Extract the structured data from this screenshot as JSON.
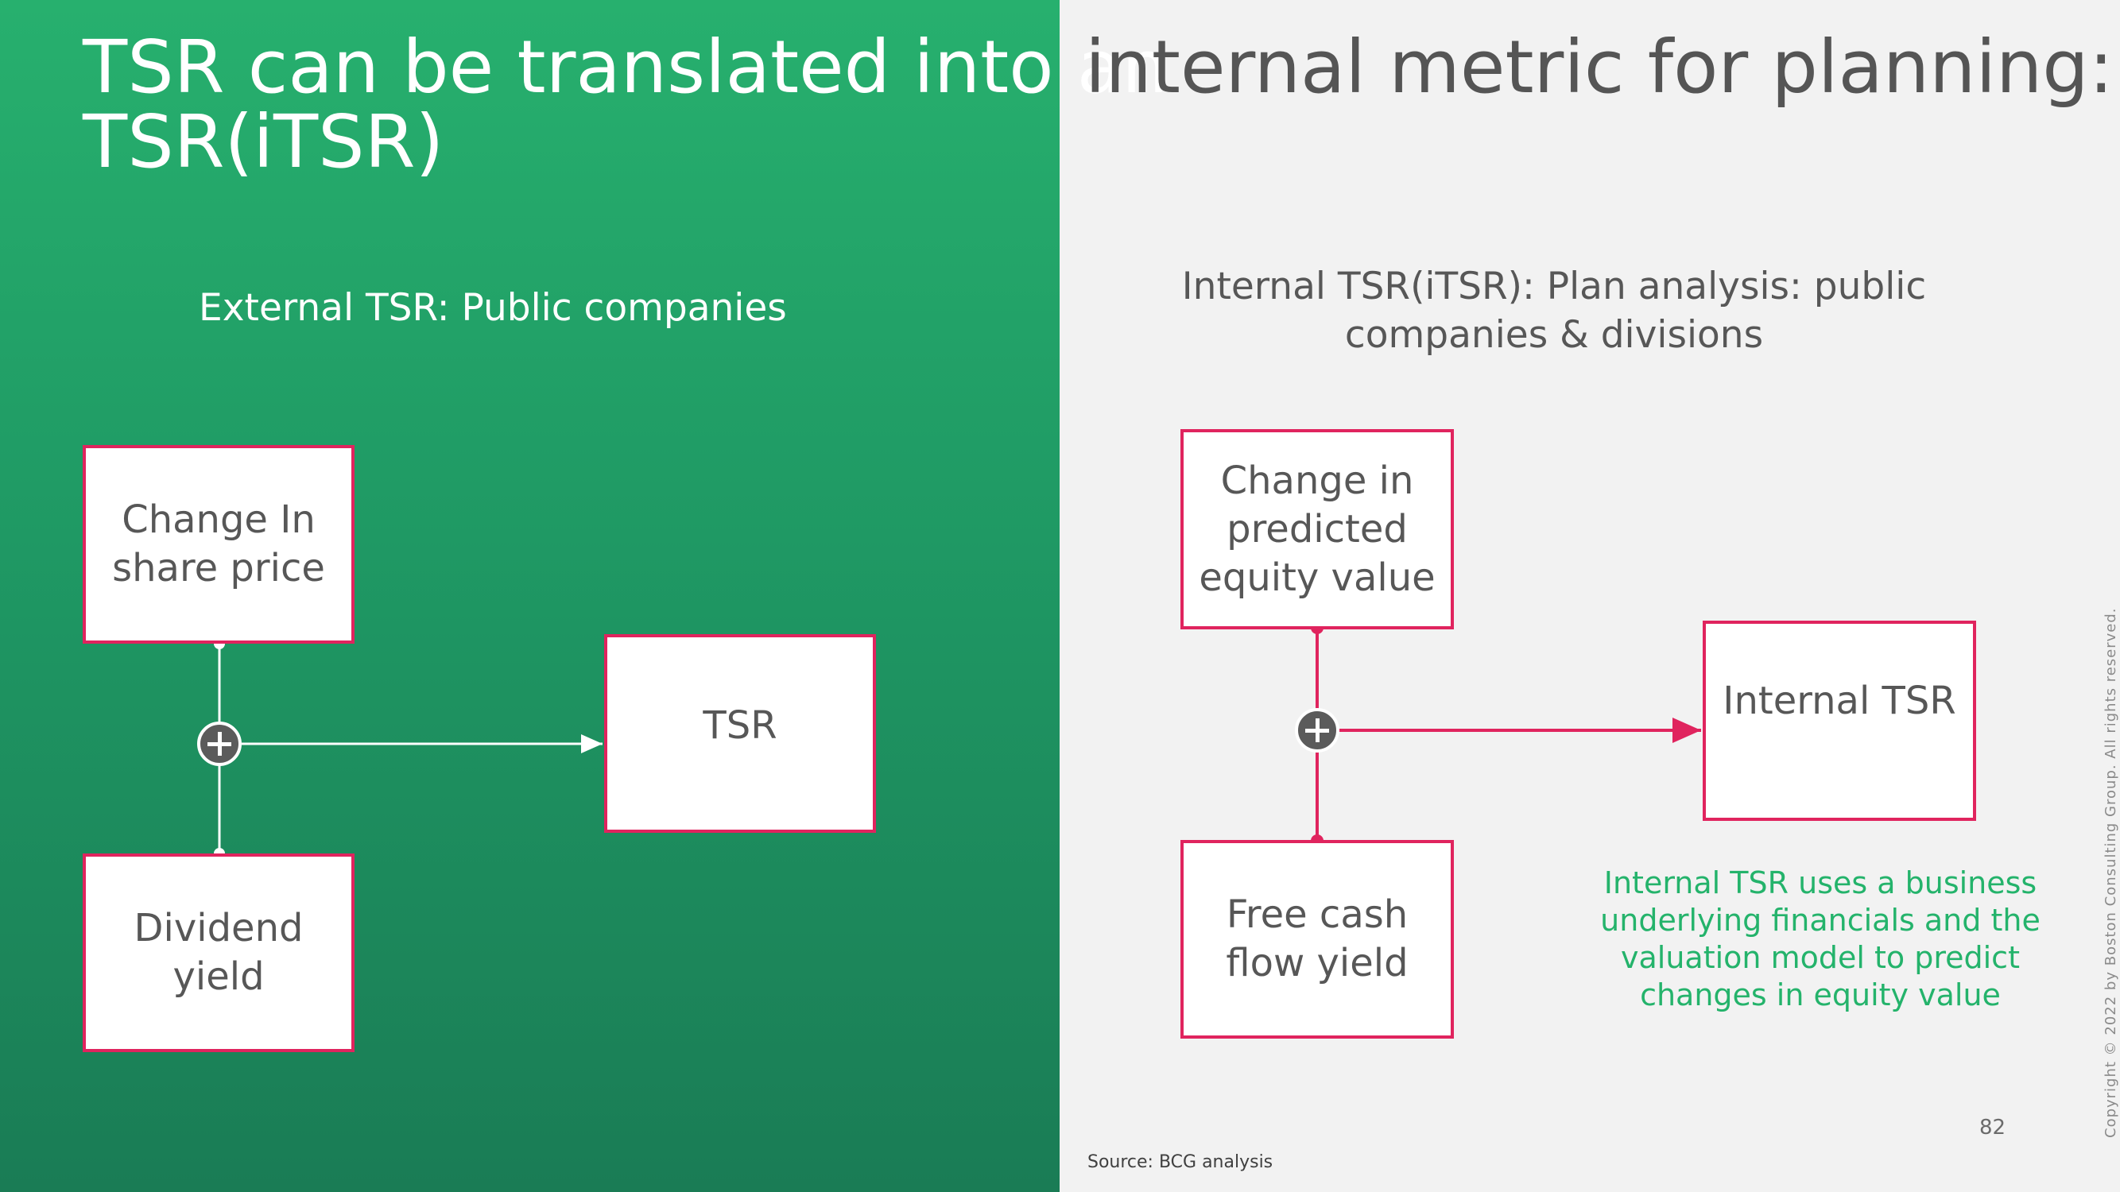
{
  "title": {
    "left": "TSR can be translated into an",
    "left_line2": "TSR(iTSR)",
    "right": "internal metric for planning:"
  },
  "external": {
    "heading": "External TSR: Public companies",
    "box_share_price": [
      "Change In",
      "share price"
    ],
    "box_dividend": [
      "Dividend",
      "yield"
    ],
    "box_result": "TSR"
  },
  "internal": {
    "heading": [
      "Internal TSR(iTSR): Plan analysis: public",
      "companies & divisions"
    ],
    "box_equity": [
      "Change in",
      "predicted",
      "equity value"
    ],
    "box_fcf": [
      "Free cash",
      "flow yield"
    ],
    "box_result": "Internal TSR",
    "note": [
      "Internal TSR uses a business",
      "underlying financials and the",
      "valuation model to predict",
      "changes in equity value"
    ]
  },
  "footer": {
    "page_number": "82",
    "source": "Source: BCG analysis",
    "copyright": "Copyright © 2022 by Boston Consulting Group. All rights reserved."
  },
  "colors": {
    "accent_pink": "#e0245e",
    "brand_green": "#24b36b",
    "left_bg": "#1f9964",
    "right_bg": "#f2f2f2"
  }
}
